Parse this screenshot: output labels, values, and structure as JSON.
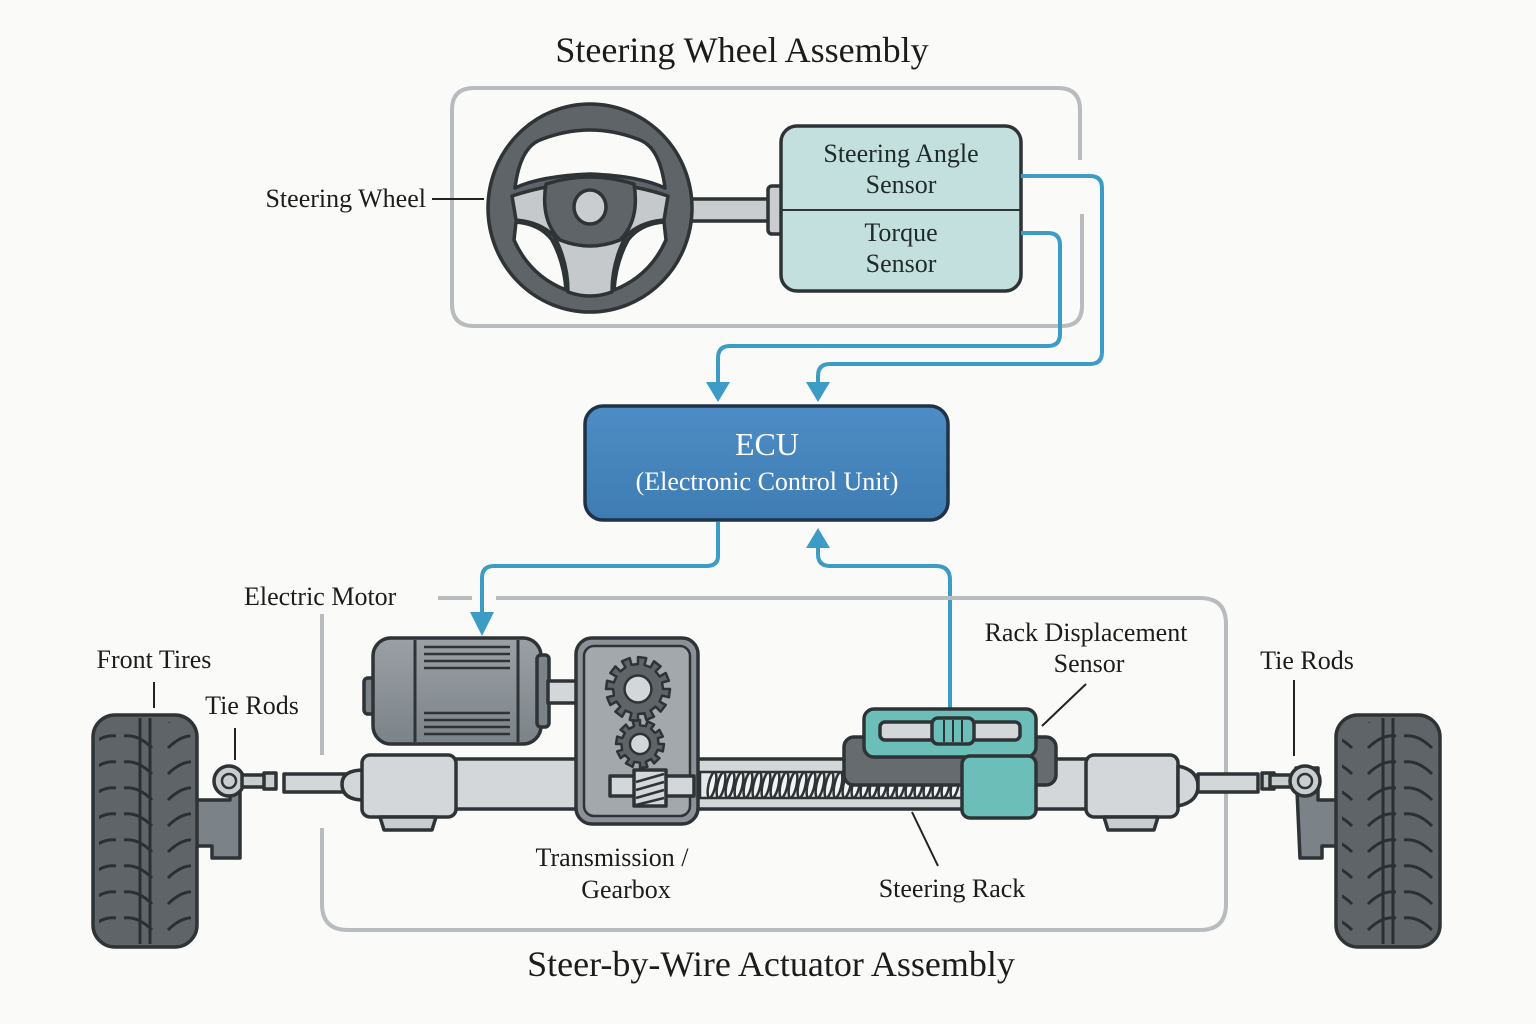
{
  "diagram": {
    "title_top": "Steering Wheel Assembly",
    "title_bottom": "Steer-by-Wire Actuator Assembly",
    "labels": {
      "steering_wheel": "Steering Wheel",
      "electric_motor": "Electric Motor",
      "front_tires": "Front Tires",
      "tie_rods_left": "Tie Rods",
      "tie_rods_right": "Tie Rods",
      "rack_sensor_line1": "Rack Displacement",
      "rack_sensor_line2": "Sensor",
      "transmission_line1": "Transmission /",
      "transmission_line2": "Gearbox",
      "steering_rack": "Steering Rack"
    },
    "sensor_box": {
      "angle_line1": "Steering Angle",
      "angle_line2": "Sensor",
      "torque_line1": "Torque",
      "torque_line2": "Sensor"
    },
    "ecu": {
      "title": "ECU",
      "subtitle": "(Electronic Control Unit)"
    },
    "connections": [
      {
        "from": "Steering Angle Sensor",
        "to": "ECU"
      },
      {
        "from": "Torque Sensor",
        "to": "ECU"
      },
      {
        "from": "ECU",
        "to": "Electric Motor"
      },
      {
        "from": "Rack Displacement Sensor",
        "to": "ECU"
      }
    ],
    "colors": {
      "background": "#fafaf8",
      "signal_wire": "#3d9cc6",
      "ecu_fill": "#4a86bd",
      "sensor_fill": "#c3e0de",
      "rack_sensor_fill": "#6bbfb8",
      "frame": "#b8bcbf",
      "metal_dark": "#5f6468",
      "metal_light": "#d3d7d9"
    }
  }
}
